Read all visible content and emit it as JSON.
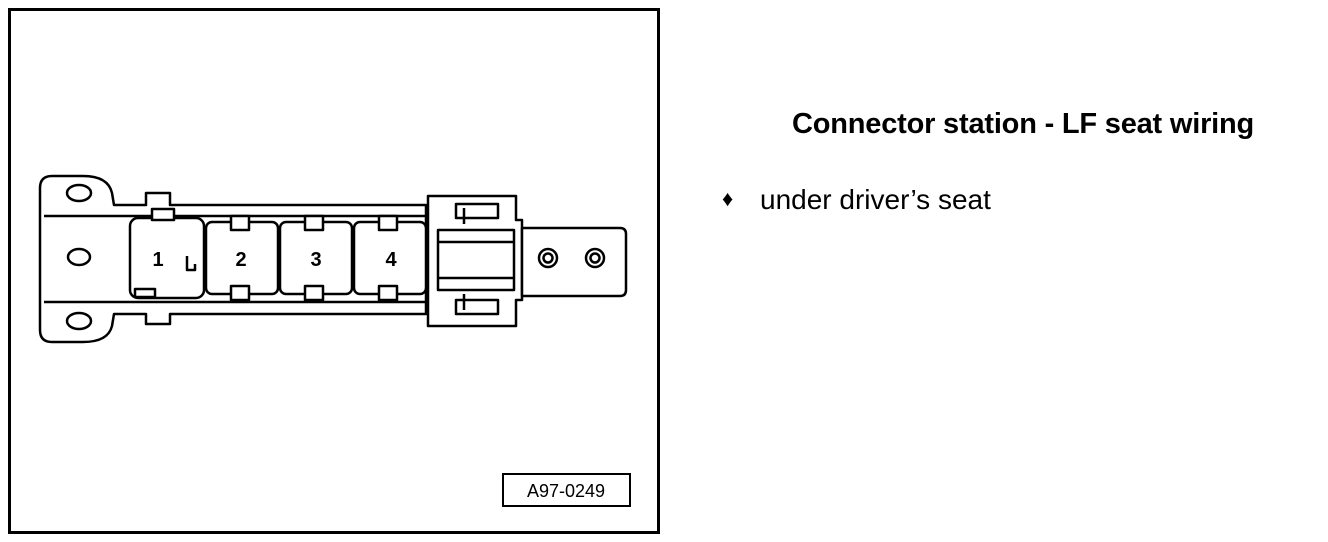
{
  "figure": {
    "pins": [
      "1",
      "2",
      "3",
      "4"
    ],
    "reference_code": "A97-0249"
  },
  "text": {
    "heading": "Connector station - LF seat wiring",
    "bullet_glyph": "♦",
    "bullet": "under driver’s seat"
  }
}
